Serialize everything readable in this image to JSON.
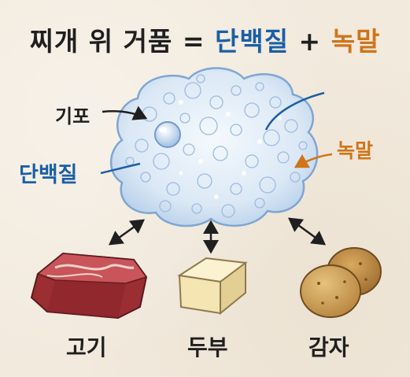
{
  "title": {
    "part1": "찌개 위 거품 = ",
    "protein": "단백질",
    "plus": " + ",
    "starch": "녹말"
  },
  "labels": {
    "bubble": "기포",
    "protein": "단백질",
    "starch": "녹말"
  },
  "foods": [
    {
      "label": "고기"
    },
    {
      "label": "두부"
    },
    {
      "label": "감자"
    }
  ],
  "colors": {
    "protein": "#1b5fa6",
    "starch": "#d0741a",
    "text": "#1f1f1f",
    "foam": "#dde9f5"
  }
}
